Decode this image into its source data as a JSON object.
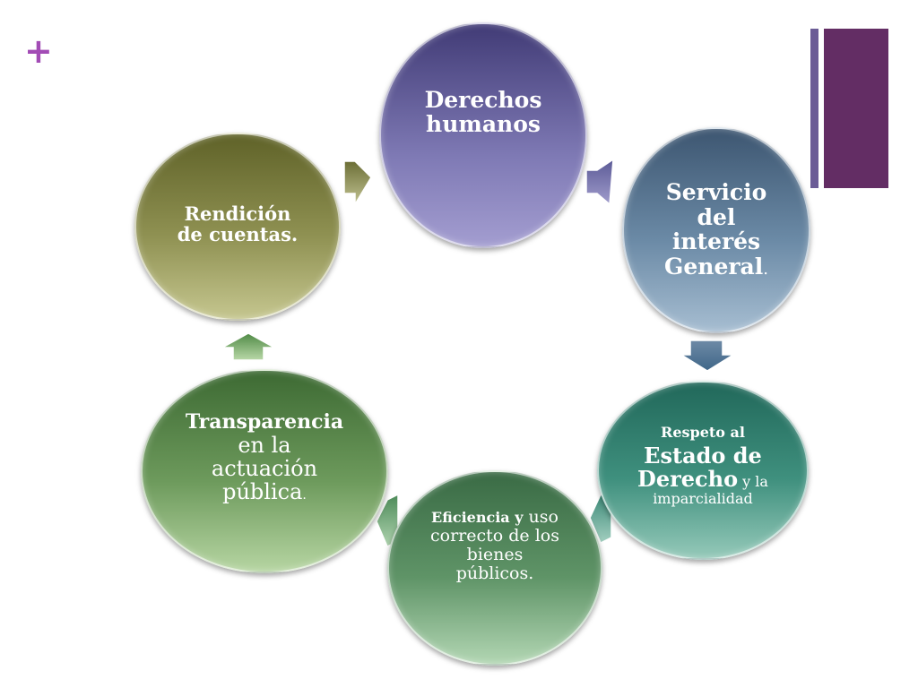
{
  "slide": {
    "corner_symbol": "+"
  },
  "cycle": [
    {
      "id": "derechos",
      "lines": [
        "Derechos",
        "humanos"
      ]
    },
    {
      "id": "servicio",
      "lines": [
        "Servicio",
        "del",
        "interés",
        "General",
        "."
      ]
    },
    {
      "id": "respeto",
      "line1": "Respeto al",
      "line2": "Estado de",
      "line3a": "Derecho",
      "line3b": " y la",
      "line4": "imparcialidad"
    },
    {
      "id": "eficiencia",
      "line1a": "Eficiencia y",
      "line1b": " uso",
      "line2": "correcto de los",
      "line3": "bienes",
      "line4": "públicos."
    },
    {
      "id": "transparencia",
      "line1": "Transparencia",
      "line2": "en la",
      "line3": "actuación",
      "line4": "pública",
      "dot": "."
    },
    {
      "id": "rendicion",
      "lines": [
        "Rendición",
        "de cuentas."
      ]
    }
  ],
  "colors": {
    "accent_plus": "#a24bb5",
    "bar_thin": "#6b5c96",
    "bar_thick": "#632d64"
  }
}
